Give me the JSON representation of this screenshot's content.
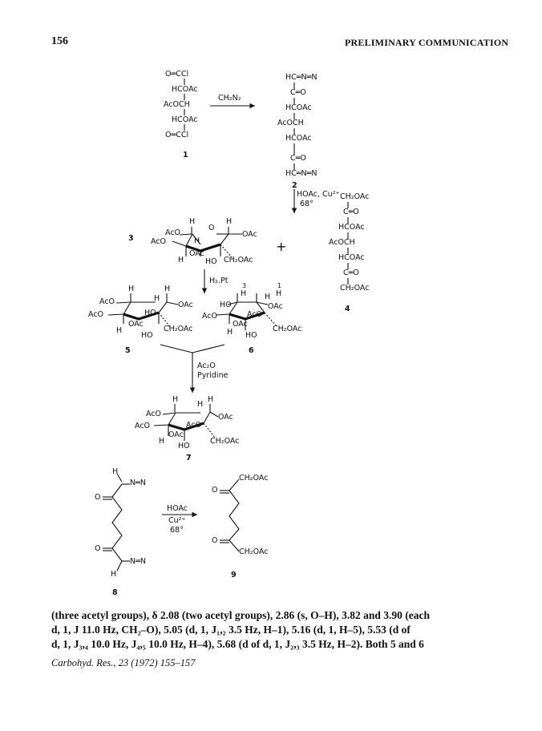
{
  "header": {
    "page_number": "156",
    "running_title": "PRELIMINARY COMMUNICATION"
  },
  "compound_labels": {
    "c1": "1",
    "c2": "2",
    "c3": "3",
    "c4": "4",
    "c5": "5",
    "c6": "6",
    "c7": "7",
    "c8": "8",
    "c9": "9"
  },
  "reagents": {
    "diazomethane": "CH₂N₂",
    "hoac_cu": "HOAc, Cu²⁺",
    "temp1": "68°",
    "h2pt": "H₂.Pt",
    "ac2o": "Ac₂O",
    "pyridine": "Pyridine",
    "hoac": "HOAc",
    "cu2": "Cu²⁺",
    "temp2": "68°"
  },
  "structures": {
    "s1": [
      "O═CCl",
      "HCOAc",
      "AcOCH",
      "HCOAc",
      "O═CCl"
    ],
    "s2": [
      "HC═N═N",
      "C═O",
      "HCOAc",
      "AcOCH",
      "HCOAc",
      "C═O",
      "HC═N═N"
    ],
    "s4": [
      "CH₂OAc",
      "C═O",
      "HCOAc",
      "AcOCH",
      "HCOAc",
      "C═O",
      "CH₂OAc"
    ],
    "s9_top": "CH₂OAc",
    "s9_bottom": "CH₂OAc",
    "oxygen": "O",
    "h": "H",
    "aco": "AcO",
    "oac": "OAc",
    "ho": "HO",
    "ch2oac": "CH₂OAc",
    "diazo": "N═N",
    "plus": "+"
  },
  "body_text": {
    "line1": "(three acetyl groups), δ 2.08 (two acetyl groups), 2.86 (s, O–H), 3.82 and 3.90 (each",
    "line2": "d, 1, J 11.0 Hz, CH₂–O), 5.05 (d, 1, J₁,₂ 3.5 Hz, H–1), 5.16 (d, 1, H–5), 5.53 (d of",
    "line3": "d, 1, J₃,₄ 10.0 Hz, J₄,₅ 10.0 Hz, H–4), 5.68 (d of d, 1, J₂,₃ 3.5 Hz, H–2). Both 5 and 6"
  },
  "citation": "Carbohyd. Res., 23 (1972) 155–157"
}
